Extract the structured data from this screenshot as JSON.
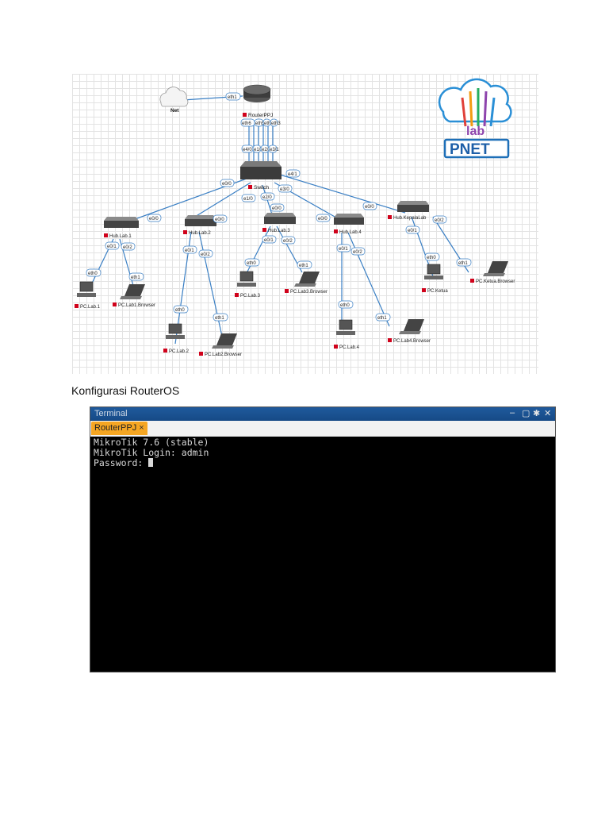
{
  "topology": {
    "cloud_label": "Net",
    "router_label": "RouterPPJ",
    "switch_label": "Switch",
    "logo_text": "PNET",
    "logo_small": "lab",
    "nodes": {
      "hub1": "Hub.Lab.1",
      "hub2": "Hub.Lab.2",
      "hub3": "Hub.Lab.3",
      "hub4": "Hub.Lab.4",
      "hub5": "Hub.KepalaLab",
      "pc1": "PC.Lab.1",
      "pc1b": "PC.Lab1.Browser",
      "pc2": "PC.Lab.2",
      "pc2b": "PC.Lab2.Browser",
      "pc3": "PC.Lab.3",
      "pc3b": "PC.Lab3.Browser",
      "pc4": "PC.Lab.4",
      "pc4b": "PC.Lab4.Browser",
      "pc5": "PC.Ketua",
      "pc5b": "PC.Ketua.Browser"
    },
    "ports": {
      "eth1": "eth1",
      "eth0": "eth0",
      "e00": "e0/0",
      "e01": "e0/1",
      "e02": "e0/2",
      "e10": "e1/0",
      "e20": "e2/0",
      "e30": "e3/0",
      "e40": "e4/0",
      "e41": "e4/1",
      "r_eth6": "eth6",
      "r_eth5": "eth5",
      "r_eth4": "eth4",
      "r_eth3": "eth3",
      "r_eth2": "eth2",
      "s_e40": "e4/0",
      "s_e11": "e1/1",
      "s_e21": "e2/1",
      "s_e31": "e3/1",
      "s_e01": "e0/1"
    }
  },
  "caption": "Konfigurasi RouterOS",
  "terminal": {
    "title": "Terminal",
    "tab_label": "RouterPPJ",
    "tab_close": "×",
    "controls": {
      "minimize": "–",
      "restore": "▢",
      "gear": "✱",
      "close": "✕"
    },
    "lines": [
      "MikroTik 7.6 (stable)",
      "MikroTik Login: admin",
      "Password: "
    ]
  },
  "colors": {
    "link": "#3a7fc4",
    "title_bar": "#1f5a9d",
    "tab": "#f5a623",
    "status_red": "#d0021b"
  }
}
